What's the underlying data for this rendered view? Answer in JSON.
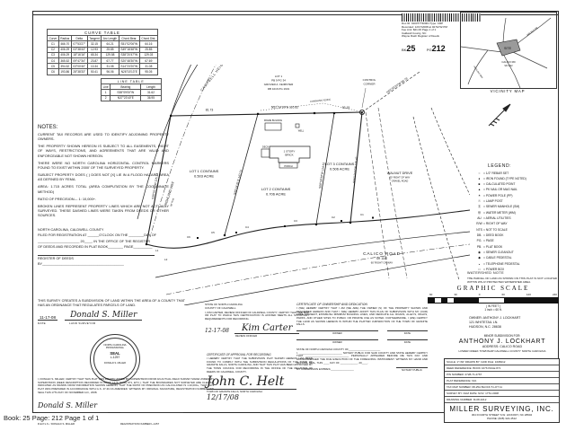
{
  "viewer": {
    "status_bar": "Book: 25 Page: 212 Page 1 of 1"
  },
  "curve_table": {
    "title": "CURVE TABLE",
    "headers": [
      "Curve",
      "Radius",
      "Delta",
      "Tangent",
      "Arc Length",
      "Chord Bear.",
      "Chord Dist."
    ],
    "rows": [
      [
        "C1",
        "466.70",
        "07°53'27\"",
        "32.15",
        "64.21",
        "S51°02'06\"W",
        "64.16"
      ],
      [
        "C2",
        "406.29",
        "03°38'43\"",
        "12.93",
        "25.85",
        "S49°18'48\"W",
        "25.85"
      ],
      [
        "C3",
        "406.29",
        "18°16'16\"",
        "65.34",
        "129.58",
        "S38°20'47\"W",
        "129.03"
      ],
      [
        "C4",
        "365.52",
        "09°47'34\"",
        "23.87",
        "67.77",
        "S20°48'30\"W",
        "67.69"
      ],
      [
        "C5",
        "394.52",
        "03°00'40\"",
        "10.34",
        "31.08",
        "S14°23'20\"W",
        "31.08"
      ],
      [
        "C6",
        "193.86",
        "28°38'33\"",
        "50.41",
        "96.06",
        "N26°15'13\"E",
        "95.05"
      ]
    ]
  },
  "line_table": {
    "title": "LINE TABLE",
    "headers": [
      "Line",
      "Bearing",
      "Length"
    ],
    "rows": [
      [
        "1",
        "S38°09'00\"W",
        "31.62"
      ],
      [
        "2",
        "N37°23'40\"E",
        "36.95"
      ]
    ]
  },
  "notes": {
    "title": "NOTES:",
    "paragraphs": [
      "CURRENT TAX RECORDS ARE USED TO IDENTIFY ADJOINING PROPERTY OWNERS.",
      "THE PROPERTY SHOWN HEREON IS SUBJECT TO ALL EASEMENTS, RIGHT OF WAYS, RESTRICTIONS, AND AGREEMENTS THAT ARE VALID AND ENFORCEABLE NOT SHOWN HEREON.",
      "THERE WERE NO NORTH CAROLINA HORIZONTAL CONTROL MARKERS FOUND TO EXIST WITHIN 2000' OF THE SURVEYED PROPERTY.",
      "SUBJECT PROPERTY DOES ( ) DOES NOT [X] LIE IN A FLOOD HAZARD AREA AS DEFINED BY FEMA.",
      "AREA: 1.715 ACRES TOTAL (AREA COMPUTATION BY THE COORDINATE METHOD)",
      "RATIO OF PRECISION--- 1: 10,000+.",
      "BROKEN LINES REPRESENT PROPERTY LINES WHICH ARE NOT ACTUALLY SURVEYED.  THESE DASHED LINES WERE TAKEN FROM DEEDS OR OTHER SOURCES."
    ]
  },
  "registration": {
    "l1": "NORTH CAROLINA, CALDWELL COUNTY",
    "l2": "FILED FOR REGISTRATION AT ______O'CLOCK ON THE ________DAY OF",
    "l3": "______________________ 20____, IN THE OFFICE OF THE REGISTER",
    "l4": "OF DEEDS AND RECORDED IN PLAT BOOK________  PAGE__________",
    "l5": "REGISTER OF DEEDS",
    "l6": "BY___________________________________________"
  },
  "statement": {
    "text": "THIS SURVEY CREATES A SUBDIVISION OF LAND WITHIN THE AREA OF A COUNTY THAT HAS AN ORDINANCE THAT REGULATES PARCELS OF LAND.",
    "date": "11-17-08",
    "signature": "Donald S. Miller",
    "date_label": "DATE",
    "surveyor_label": "LAND SURVEYOR"
  },
  "seal": {
    "l1": "NORTH CAROLINA",
    "l2": "PROFESSIONAL",
    "l3": "SEAL",
    "l4": "L-1257",
    "l5": "DONALD S. MILLER"
  },
  "surveyor_cert": {
    "body": "I, DONALD S. MILLER, CERTIFY THAT THIS PLAT WAS DRAWN UNDER MY SUPERVISION FROM AN ACTUAL FIELD SURVEY MADE UNDER MY SUPERVISION (DEED DESCRIPTION RECORDED IN BOOK 1676, PAGE 871, ETC.); THAT THE BOUNDARIES NOT SURVEYED ARE CLEARLY INDICATED AS DRAWN FROM INFORMATION SHOWN HEREON; THAT THE RATIO OF PRECISION AS CALCULATED IS 1:10,000+; THAT THIS PLAT WAS PREPARED IN ACCORDANCE WITH G.S. 47-30 AS AMENDED.  WITNESS MY ORIGINAL SIGNATURE, REGISTRATION NUMBER AND SEAL THIS 17TH DAY OF NOVEMBER A.D., 2008.",
    "signature": "Donald S. Miller",
    "name_label": "R.E.P.L.S.  /  DONALD S. MILLER",
    "reg_label": "REGISTRATION NUMBER   L-1257"
  },
  "stamp": {
    "lines": [
      "Doc ID: 010377730001 Type: CRP",
      "Recorded: 12/17/2008 at 02:52:52 PM",
      "Fee Amt: $21.00 Page 1 of 1",
      "Caldwell County, NC",
      "Wayne Rash Register of Deeds"
    ],
    "bk_prefix": "BK",
    "bk": "25",
    "pg_prefix": "PG",
    "pg": "212"
  },
  "vicinity": {
    "caption": "VICINITY MAP",
    "site": "SITE",
    "calico": "CALICO RD",
    "sr": "SR 1142",
    "walnut": "WALNUT DR",
    "highland": "HIGHLAND WAY"
  },
  "plat": {
    "adjoiner1": "LOT 1",
    "adjoiner2": "PB 9 PG 34",
    "adjoiner3": "GROVER A. FEIMSTER",
    "adjoiner4": "DB 1016 PG 1931",
    "control1": "CONTROL",
    "control2": "CORNER",
    "campbell": "CAMPBELL HEIGHTS",
    "highland1": "HIGHLAND WAY",
    "highland2": "60' R/W",
    "walnut1": "WALNUT DRIVE",
    "walnut2": "30' RIGHT OF WAY",
    "walnut3": "GRAVEL ROAD",
    "calico1": "CALICO ROAD",
    "calico2": "SR 1142",
    "calico3": "60' RIGHT OF WAY",
    "fence": "CHAINLINK FENCE",
    "lot1a": "LOT 1 CONTAINS",
    "lot1b": "0.503 ACRE",
    "lot2a": "LOT 2 CONTAINS",
    "lot2b": "0.706 ACRE",
    "lot3a": "LOT 3 CONTAINS",
    "lot3b": "0.506 ACRE",
    "house1": "1 STORY",
    "house2": "BRICK",
    "porch": "PORCH",
    "deck": "DECK",
    "well": "WELL",
    "frame": "FRAME BUILDING",
    "b_top1": "81.73",
    "b_top2": "N52°24'00\"E  110.82",
    "b_top3": "93.15",
    "b_ne": "N43°03'25\"W  88.76'",
    "b_left": "S30°51'41\"W  115.13",
    "b_div1": "S40°14'41\"E  147.71",
    "b_div2": "S08°58'34\"W  124.52",
    "b_right": "S06°10'23\"W  120.47",
    "c1": "C1",
    "c2": "C2",
    "c3": "C3",
    "c4": "C4",
    "c5": "C5",
    "c6": "C6",
    "l1": "L1",
    "l2": "L2"
  },
  "legend": {
    "title": "LEGEND:",
    "entries": [
      {
        "sym": "○",
        "text": "=  1/2\" REBAR SET"
      },
      {
        "sym": "●",
        "text": "=  IRON FOUND (TYPE NOTED)"
      },
      {
        "sym": "■",
        "text": "=  CALCULATED POINT"
      },
      {
        "sym": "▲",
        "text": "=  PK NAIL OR MAG NAIL"
      },
      {
        "sym": "✶",
        "text": "=  POWER POLE (PP)"
      },
      {
        "sym": "☉",
        "text": "=  LAMP POST"
      },
      {
        "sym": "Ⓢ",
        "text": "=  SEWER MANHOLE (SM)"
      },
      {
        "sym": "Ⓦ",
        "text": "=  WATER METER (WM)"
      },
      {
        "sym": "AU",
        "text": "=  AERIAL UTILITIES"
      },
      {
        "sym": "R/W",
        "text": "=  RIGHT OF WAY"
      },
      {
        "sym": "NTS",
        "text": "=  NOT TO SCALE"
      },
      {
        "sym": "DB.",
        "text": "=  DEED BOOK"
      },
      {
        "sym": "PG.",
        "text": "=  PAGE"
      },
      {
        "sym": "PB.",
        "text": "=  PLAT BOOK"
      },
      {
        "sym": "◉",
        "text": "=  SEWER CLEANOUT"
      },
      {
        "sym": "◆",
        "text": "=  CABLE PEDESTAL"
      },
      {
        "sym": "◒",
        "text": "=  TELEPHONE PEDESTAL"
      },
      {
        "sym": "□",
        "text": "=  POWER BOX"
      }
    ]
  },
  "watershed": {
    "title": "WATERSHED NOTE",
    "text": "THE PARCEL OF LAND AS SHOWN ON THIS PLAT IS NOT LOCATED WITHIN WS-IV PROTECTED WATERSHED AREA."
  },
  "scale": {
    "title": "GRAPHIC SCALE",
    "ticks": [
      "60",
      "30",
      "0",
      "60",
      "120",
      "240"
    ],
    "feet": "( IN FEET )",
    "inch": "1 inch =  60  ft."
  },
  "owner": {
    "lines": [
      "OWNER: ANTHONY J. LOCKHART",
      "121 WHITETAIL LN.",
      "HUDSON, N.C. 28638"
    ]
  },
  "subdiv": {
    "for_label": "MINOR SUBDIVISION FOR:",
    "name": "ANTHONY J. LOCKHART",
    "address": "ADDRESS: CALICO ROAD",
    "township": "LOWER CREEK TOWNSHIP    CALDWELL COUNTY    NORTH CAROLINA"
  },
  "title_block": {
    "rows": [
      "SCALE: 1\"=60'      DRAWN BY: GDD      FILE: 1008212",
      "DEED REFERENCE:      BOOK 1676      PAGE 871",
      "PIN NUMBER:   2728-71-2767",
      "PLAT REFERENCE:   N/A",
      "TAX MAP NUMBER:   08-25A      BLOCK 5      LOT 11",
      "SURVEY BY: DLM      DATE: NOV. 17TH 2008",
      "DRAWING NUMBER:   M-08-4212"
    ]
  },
  "firm": {
    "name": "MILLER SURVEYING, INC.",
    "address": "304 FOURTH STREET S.W.   HICKORY, NC  28602",
    "phone": "PHONE: (828) 322-4512"
  },
  "cert_review": {
    "l1": "STATE OF NORTH CAROLINA",
    "l2": "COUNTY OF CALDWELL",
    "body": "I, KIM CARTER, REVIEW OFFICER OF CALDWELL COUNTY, CERTIFY THAT THE MAP OR PLAT TO WHICH THIS CERTIFICATION IS AFFIXED MEETS ALL STATUTORY REQUIREMENTS FOR RECORDING.",
    "date": "12-17-08",
    "signature": "Kim Carter",
    "officer_label": "REVIEW OFFICER"
  },
  "cert_owner": {
    "title": "CERTIFICATE OF OWNERSHIP AND DEDICATION",
    "body": "I (WE) HEREBY CERTIFY THAT I AM (WE ARE) THE OWNER (S) OF THE PROPERTY SHOWN AND DESCRIBED HEREON AND THAT I (WE) HEREBY ADOPT THIS PLAN OF SUBDIVISION WITH MY (OUR) FREE CONSENT, ESTABLISH MINIMUM BUILDING LINES, AND DEDICATE ALL ROADS, ALLEYS, WALKS, PARKS, AND OTHER SITES TO PUBLIC OR PRIVATE USE AS NOTED.  FURTHERMORE, I (WE) CERTIFY THE LAND AS SHOWN HEREON IS WITHIN THE PLATTED JURISDICTION OF THE TOWN OF GRANITE FALLS.",
    "owner_label": "OWNER",
    "date_label": "DATE",
    "notary1": "STATE OF NORTH CAROLINA    COUNTY OF______________________",
    "notary2": "I, ______________________________ NOTARY PUBLIC FOR SAID COUNTY AND STATE HEREBY CERTIFY THAT ______________________________ PERSONALLY APPEARED BEFORE ME THIS DAY AND ACKNOWLEDGED THE DUE EXECUTION OF THE FOREGOING INSTRUMENT.  WITNESS MY HAND AND OFFICIAL SEAL, THIS ____ DAY OF ____________, 20____.",
    "commission": "MY COMMISSION EXPIRES:________________",
    "notary_label": "NOTARY PUBLIC"
  },
  "cert_approval": {
    "title": "CERTIFICATE OF APPROVAL FOR RECORDING",
    "body": "I HEREBY CERTIFY THAT THE SUBDIVISION PLAT SHOWN HEREON HAS BEEN FOUND TO COMPLY WITH THE SUBDIVISION REGULATIONS OF THE TOWN OF GRANITE FALLS, NORTH CAROLINA, AND THAT THIS PLAT HAS BEEN APPROVED BY THE TOWN COUNCIL FOR RECORDING IN THE OFFICE OF THE REGISTER OF DEEDS OF CALDWELL COUNTY.",
    "signature": "John C. Helt",
    "town_line": "TOWN OF GRANITE FALLS, NORTH CAROLINA",
    "date": "12/17/08"
  }
}
